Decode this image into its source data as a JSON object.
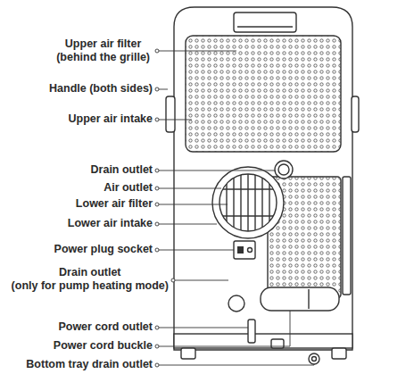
{
  "diagram": {
    "labels": [
      "Upper air filter (behind the grille)",
      "Handle (both sides)",
      "Upper air intake",
      "Drain outlet",
      "Air outlet",
      "Lower air filter",
      "Lower air intake",
      "Power plug socket",
      "Drain outlet (only for pump heating mode)",
      "Power cord outlet",
      "Power cord buckle",
      "Bottom tray drain outlet"
    ]
  }
}
